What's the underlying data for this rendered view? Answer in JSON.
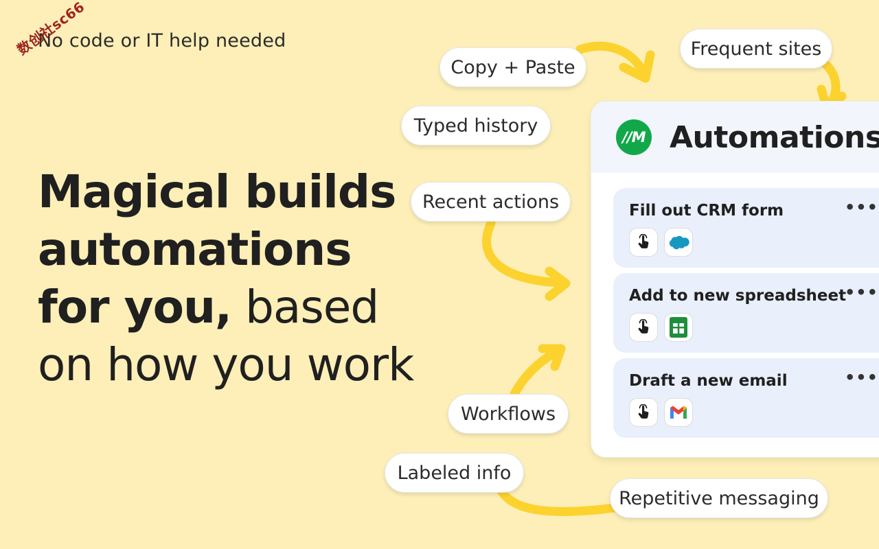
{
  "eyebrow": "No code or IT help needed",
  "watermark": "数创社sc66",
  "headline": {
    "line1": "Magical builds",
    "line2": "automations",
    "line3_bold": "for you,",
    "line3_light": " based",
    "line4": "on how you work"
  },
  "pills": {
    "copy_paste": "Copy + Paste",
    "frequent_sites": "Frequent sites",
    "typed_history": "Typed history",
    "recent_actions": "Recent actions",
    "workflows": "Workflows",
    "labeled_info": "Labeled info",
    "repetitive_messaging": "Repetitive messaging"
  },
  "panel": {
    "logo_text": "//M",
    "title": "Automations",
    "cards": [
      {
        "title": "Fill out CRM form",
        "more": "•••",
        "icons": [
          "pointer-icon",
          "salesforce-icon"
        ]
      },
      {
        "title": "Add to new spreadsheet",
        "more": "•••",
        "icons": [
          "pointer-icon",
          "google-sheets-icon"
        ]
      },
      {
        "title": "Draft a new email",
        "more": "•••",
        "icons": [
          "pointer-icon",
          "gmail-icon"
        ]
      }
    ]
  },
  "colors": {
    "background": "#fdefb7",
    "arrow": "#fcd22f",
    "logo": "#12a84a",
    "card": "#e9effb",
    "salesforce": "#1798c1",
    "sheets": "#1e8e3e"
  }
}
